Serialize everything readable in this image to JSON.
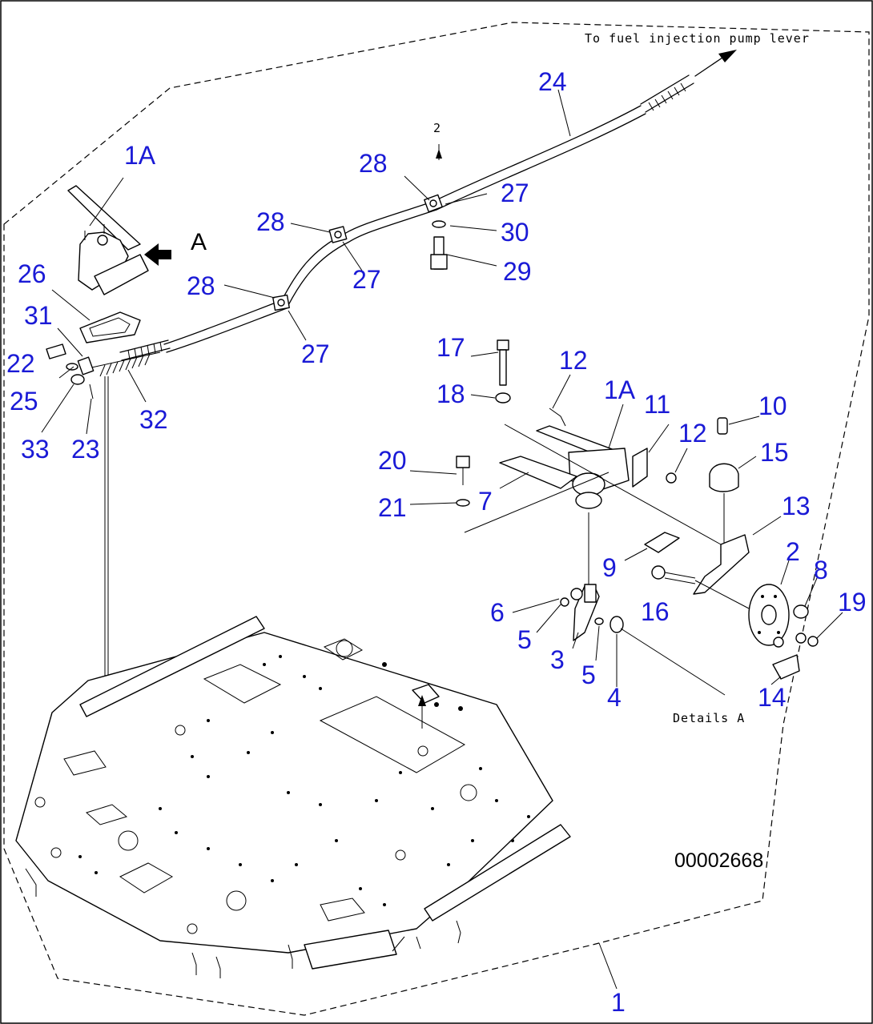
{
  "notes": {
    "top_right": "To fuel injection pump lever",
    "detail": "Details A",
    "view_letter": "A",
    "drawing_number": "00002668",
    "section_mark": "2"
  },
  "callouts": {
    "c1A_top": "1A",
    "c24": "24",
    "c28_a": "28",
    "c27_a": "27",
    "c30": "30",
    "c29": "29",
    "c28_b": "28",
    "c27_b": "27",
    "c28_c": "28",
    "c27_c": "27",
    "c26": "26",
    "c31": "31",
    "c22": "22",
    "c25": "25",
    "c33": "33",
    "c23": "23",
    "c32": "32",
    "c17": "17",
    "c18": "18",
    "c12_a": "12",
    "c1A_detail": "1A",
    "c11": "11",
    "c10": "10",
    "c12_b": "12",
    "c15": "15",
    "c20": "20",
    "c7": "7",
    "c21": "21",
    "c13": "13",
    "c2": "2",
    "c8": "8",
    "c9": "9",
    "c19": "19",
    "c6": "6",
    "c16": "16",
    "c5_a": "5",
    "c3": "3",
    "c5_b": "5",
    "c4": "4",
    "c14": "14",
    "c1": "1"
  }
}
